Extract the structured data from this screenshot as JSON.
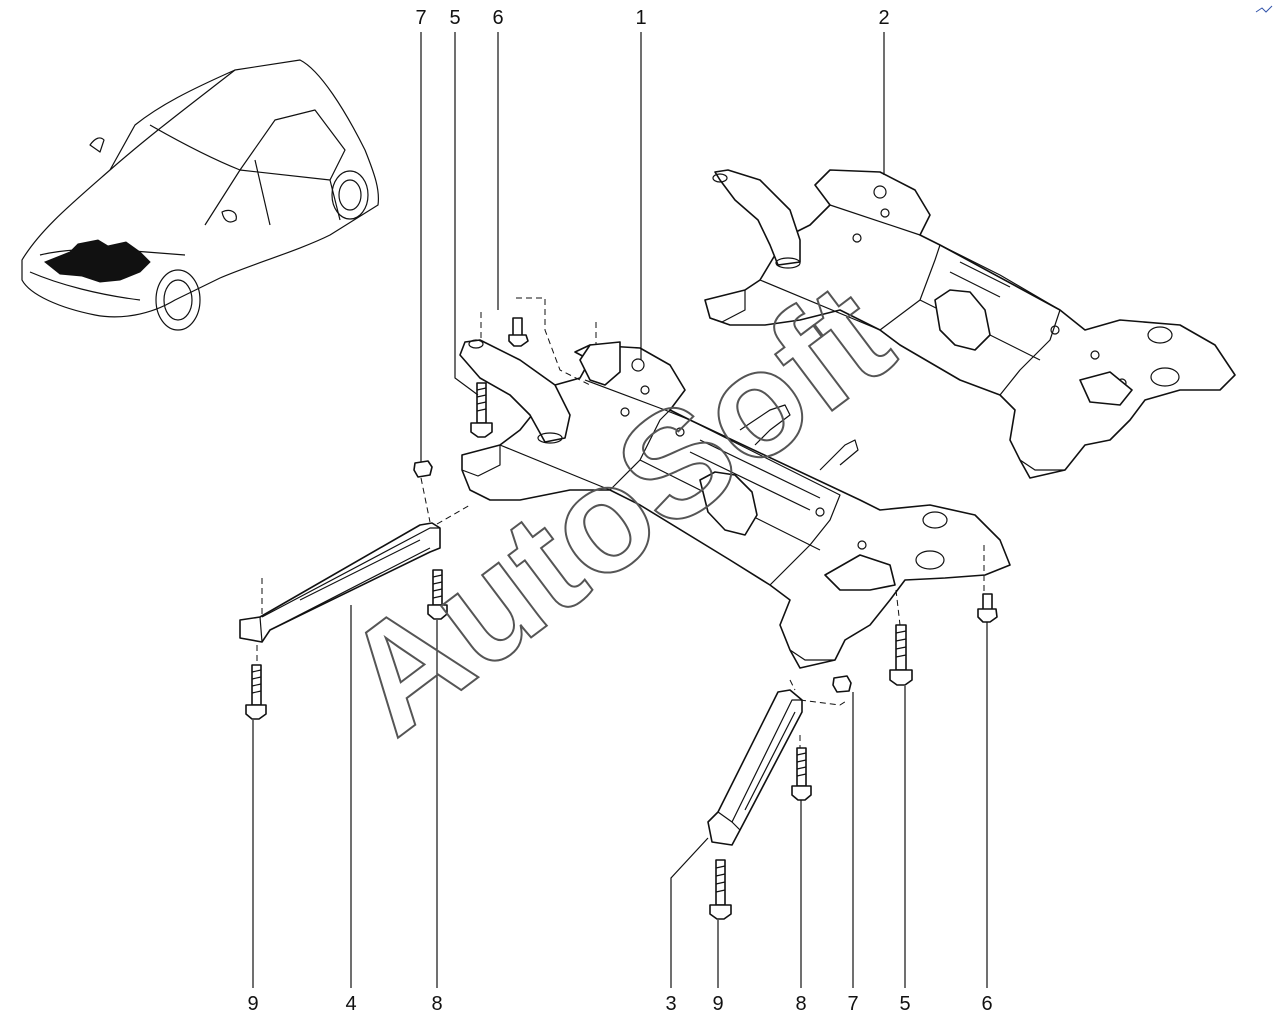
{
  "watermark": {
    "text": "AutoSoft"
  },
  "callouts": {
    "top": [
      "7",
      "5",
      "6",
      "1",
      "2"
    ],
    "bottom": [
      "9",
      "4",
      "8",
      "3",
      "9",
      "8",
      "7",
      "5",
      "6"
    ]
  }
}
